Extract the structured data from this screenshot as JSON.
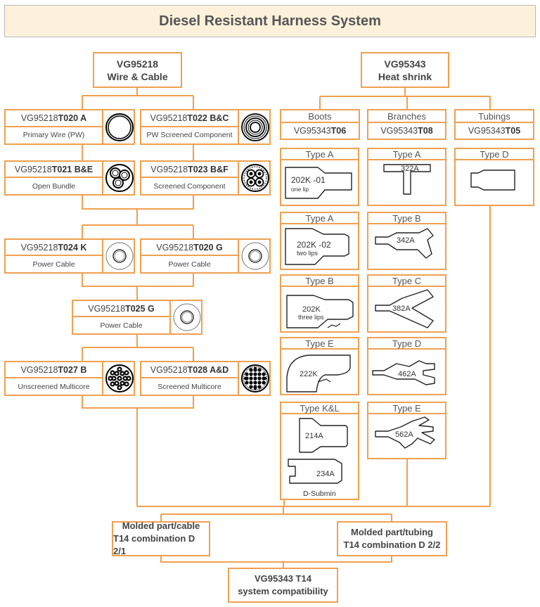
{
  "title": "Diesel Resistant Harness System",
  "left_root": {
    "line1": "VG95218",
    "line2": "Wire & Cable"
  },
  "right_root": {
    "line1": "VG95343",
    "line2": "Heat shrink"
  },
  "cables": [
    {
      "prefix": "VG95218 ",
      "code": "T020 A",
      "desc": "Primary Wire (PW)",
      "icon": "single-core-cable-icon"
    },
    {
      "prefix": "VG95218 ",
      "code": "T022 B&C",
      "desc": "PW Screened Component",
      "icon": "screened-cable-icon"
    },
    {
      "prefix": "VG95218 ",
      "code": "T021 B&E",
      "desc": "Open Bundle",
      "icon": "three-core-bundle-icon"
    },
    {
      "prefix": "VG95218 ",
      "code": "T023 B&F",
      "desc": "Screened Component",
      "icon": "four-core-screened-icon"
    },
    {
      "prefix": "VG95218 ",
      "code": "T024 K",
      "desc": "Power Cable",
      "icon": "power-cable-icon"
    },
    {
      "prefix": "VG95218 ",
      "code": "T020 G",
      "desc": "Power Cable",
      "icon": "power-cable-icon"
    },
    {
      "prefix": "VG95218 ",
      "code": "T025 G",
      "desc": "Power Cable",
      "icon": "power-cable-icon"
    },
    {
      "prefix": "VG95218 ",
      "code": "T027 B",
      "desc": "Unscreened Multicore",
      "icon": "multicore-cable-icon"
    },
    {
      "prefix": "VG95218 ",
      "code": "T028 A&D",
      "desc": "Screened Multicore",
      "icon": "screened-multicore-icon"
    }
  ],
  "columns": [
    {
      "label": "Boots",
      "prefix": "VG95343 ",
      "code": "T06"
    },
    {
      "label": "Branches",
      "prefix": "VG95343 ",
      "code": "T08"
    },
    {
      "label": "Tubings",
      "prefix": "VG95343 ",
      "code": "T05"
    }
  ],
  "boots": [
    {
      "type": "Type A",
      "part": "202K -01",
      "note": "one lip"
    },
    {
      "type": "Type A",
      "part": "202K -02",
      "note": "two lips"
    },
    {
      "type": "Type B",
      "part": "202K",
      "note": "three lips"
    },
    {
      "type": "Type E",
      "part": "222K",
      "note": ""
    },
    {
      "type": "Type K&L",
      "part": "214A",
      "part2": "234A",
      "note": "D-Submin"
    }
  ],
  "branches": [
    {
      "type": "Type A",
      "part": "322A"
    },
    {
      "type": "Type B",
      "part": "342A"
    },
    {
      "type": "Type C",
      "part": "382A"
    },
    {
      "type": "Type D",
      "part": "462A"
    },
    {
      "type": "Type E",
      "part": "562A"
    }
  ],
  "tubings": [
    {
      "type": "Type D"
    }
  ],
  "molded_cable": {
    "line1": "Molded part/cable",
    "line2": "T14 combination D 2/1"
  },
  "molded_tubing": {
    "line1": "Molded part/tubing",
    "line2": "T14 combination D 2/2"
  },
  "system": {
    "line1": "VG95343 T14",
    "line2": "system compatibility"
  },
  "colors": {
    "accent": "#f0a050",
    "title_bg": "#fdf1dc"
  }
}
